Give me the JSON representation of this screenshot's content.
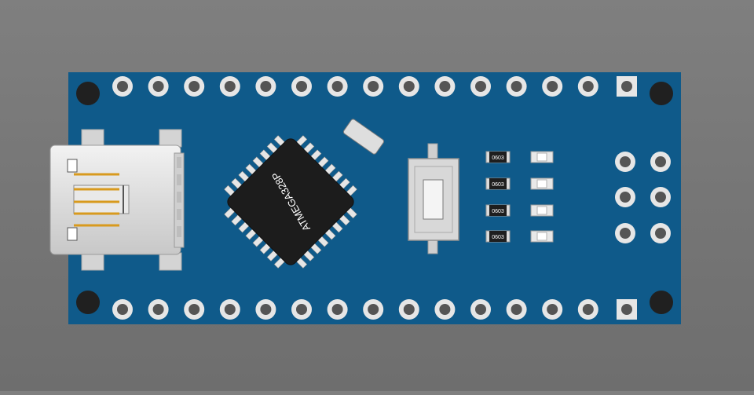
{
  "board": {
    "pcb_color": "#0f5a8a",
    "pad_color": "#e6e6e6",
    "mounting_hole_color": "#202020"
  },
  "chip": {
    "label": "ATMEGA328P",
    "body_color": "#1c1c1c"
  },
  "resistors": [
    {
      "label": "0603"
    },
    {
      "label": "0603"
    },
    {
      "label": "0603"
    },
    {
      "label": "0603"
    }
  ],
  "leds_count": 4,
  "icons": {
    "usb": "mini-usb-connector-icon",
    "button": "tactile-reset-button-icon",
    "chip": "qfp-chip-icon"
  }
}
